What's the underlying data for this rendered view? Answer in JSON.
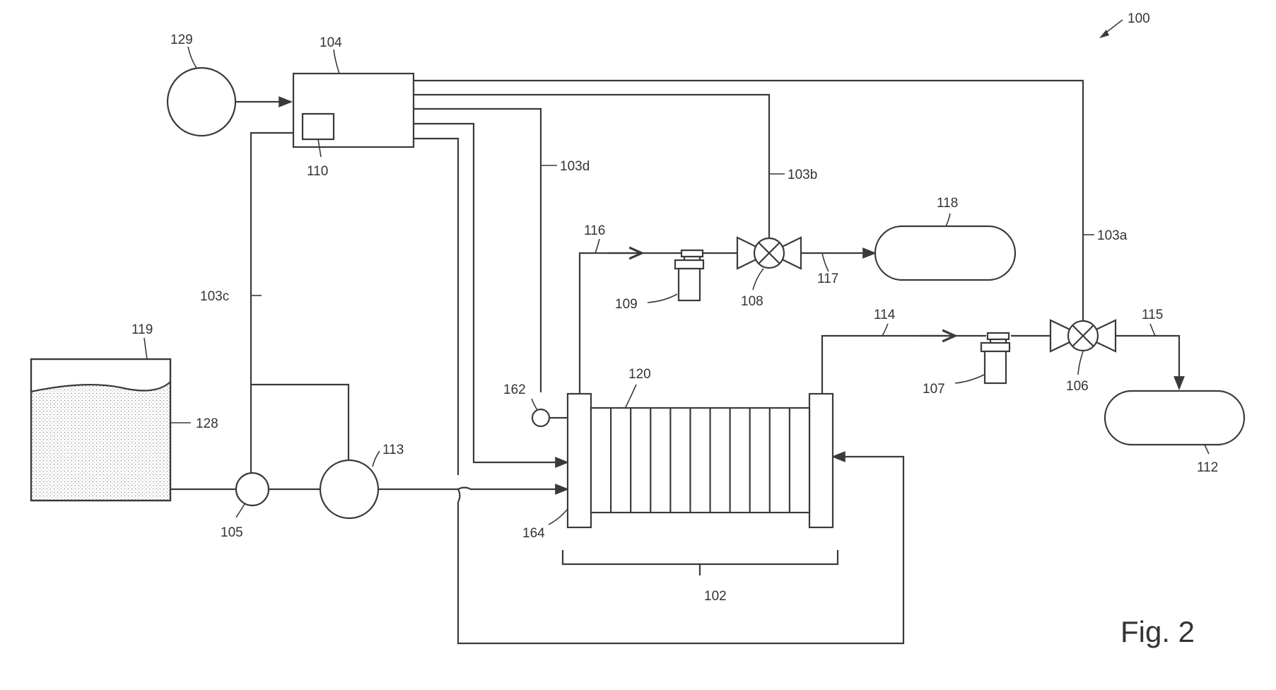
{
  "figure_label": "Fig. 2",
  "labels": {
    "l100": "100",
    "l129": "129",
    "l104": "104",
    "l110": "110",
    "l103d": "103d",
    "l103b": "103b",
    "l103a": "103a",
    "l103c": "103c",
    "l116": "116",
    "l117": "117",
    "l118": "118",
    "l109": "109",
    "l108": "108",
    "l114": "114",
    "l115": "115",
    "l107": "107",
    "l106": "106",
    "l112": "112",
    "l119": "119",
    "l128": "128",
    "l105": "105",
    "l113": "113",
    "l162": "162",
    "l120": "120",
    "l164": "164",
    "l102": "102"
  },
  "colors": {
    "line": "#3a3a3a",
    "fill_dots": "#8a8a8a"
  }
}
